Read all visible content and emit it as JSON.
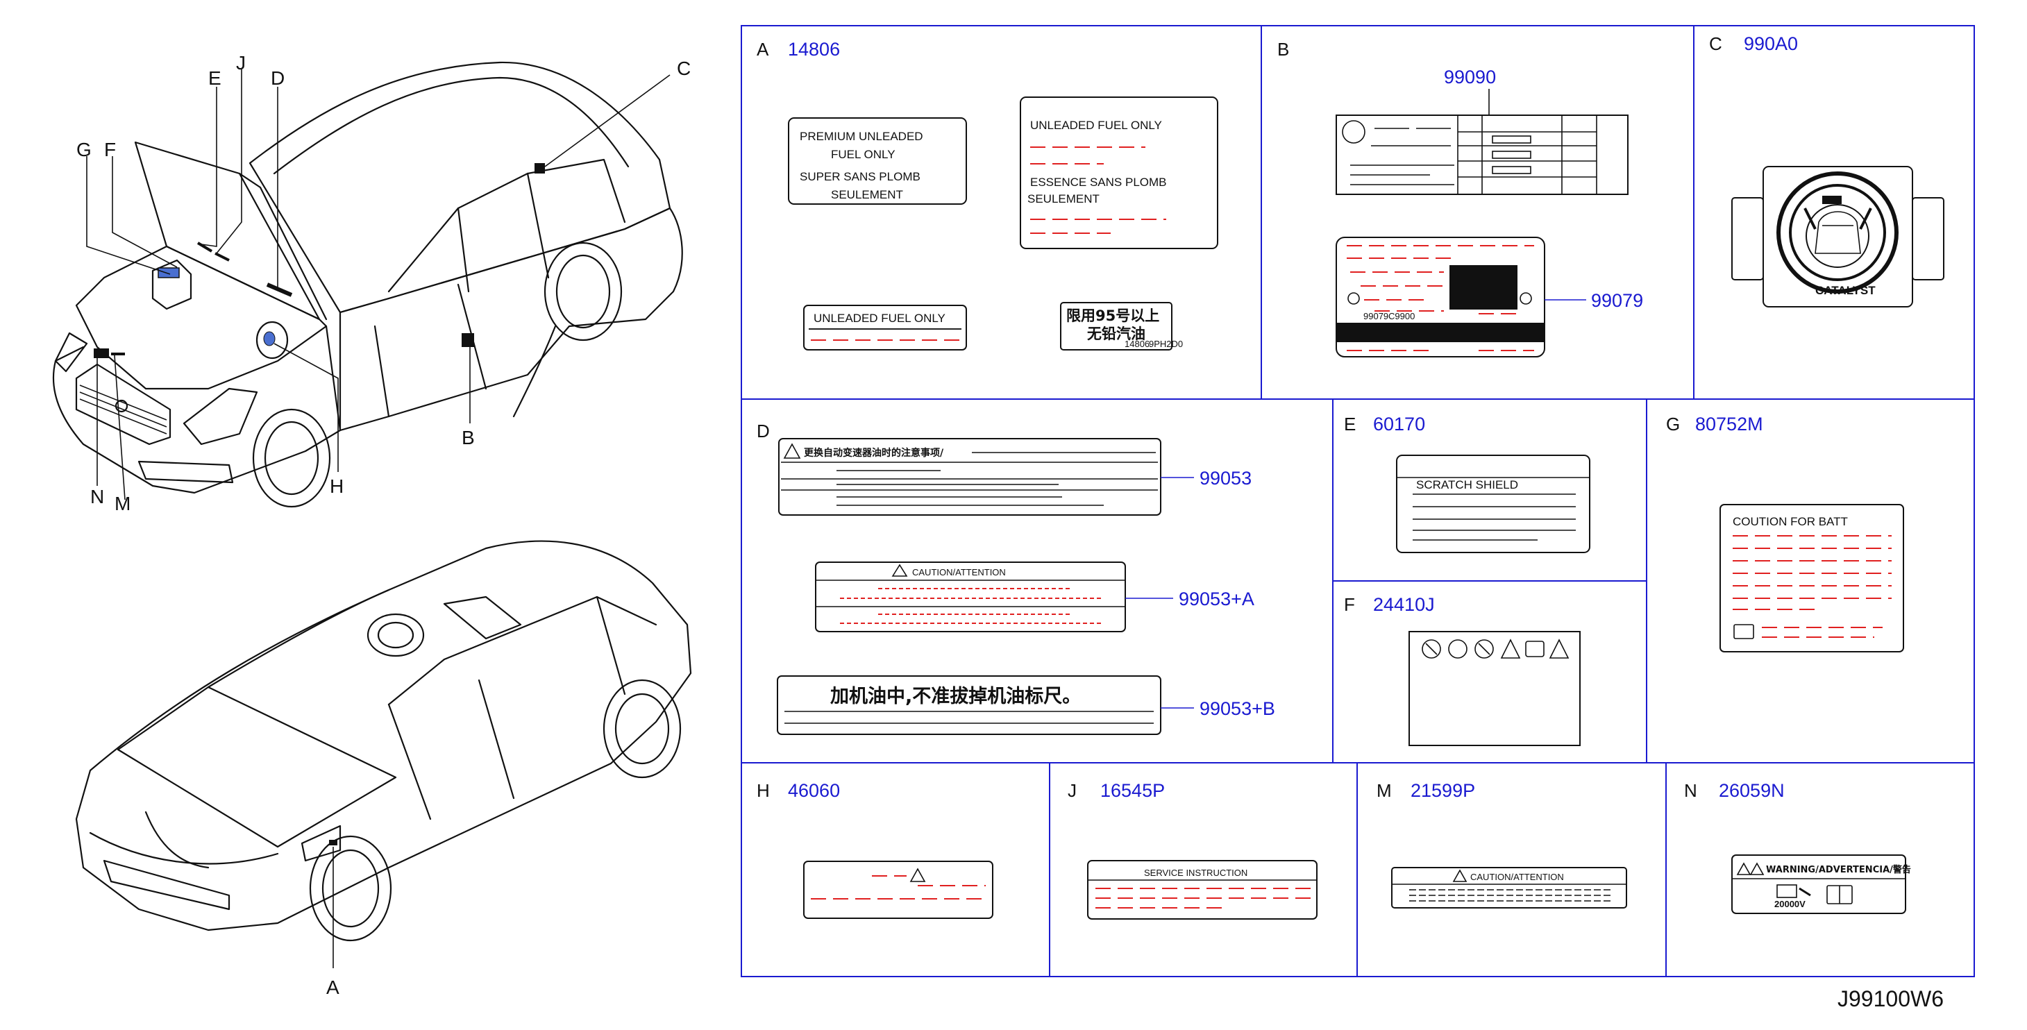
{
  "diagram_id": "J99100W6",
  "callouts": {
    "A": "A",
    "B": "B",
    "C": "C",
    "D": "D",
    "E": "E",
    "F": "F",
    "G": "G",
    "H": "H",
    "J": "J",
    "M": "M",
    "N": "N"
  },
  "cells": {
    "A": {
      "letter": "A",
      "part": "14806"
    },
    "B": {
      "letter": "B"
    },
    "C": {
      "letter": "C",
      "part": "990A0"
    },
    "D": {
      "letter": "D"
    },
    "E": {
      "letter": "E",
      "part": "60170"
    },
    "F": {
      "letter": "F",
      "part": "24410J"
    },
    "G": {
      "letter": "G",
      "part": "80752M"
    },
    "H": {
      "letter": "H",
      "part": "46060"
    },
    "J": {
      "letter": "J",
      "part": "16545P"
    },
    "M": {
      "letter": "M",
      "part": "21599P"
    },
    "N": {
      "letter": "N",
      "part": "26059N"
    }
  },
  "parts_b": {
    "top": "99090",
    "bottom": "99079"
  },
  "parts_d": {
    "p1": "99053",
    "p2": "99053+A",
    "p3": "99053+B"
  },
  "label_text": {
    "a1_l1": "PREMIUM    UNLEADED",
    "a1_l2": "FUEL     ONLY",
    "a1_l3": "SUPER    SANS    PLOMB",
    "a1_l4": "SEULEMENT",
    "a2_l1": "UNLEADED   FUEL   ONLY",
    "a2_l2": "ESSENCE   SANS   PLOMB",
    "a2_l3": "SEULEMENT",
    "a3_l1": "UNLEADED   FUEL   ONLY",
    "a4_l1": "限用95号以上",
    "a4_l2": "无铅汽油",
    "a4_s1": "14806",
    "a4_s2": "9PH2D0",
    "b2_s1": "99079",
    "b2_s2": "C9900",
    "c_brand": "CATALYST",
    "d1_title": "更换自动变速器油时的注意事项/",
    "d2_title": "CAUTION/ATTENTION",
    "d3_title": "加机油中,不准拔掉机油标尺。",
    "e_title": "SCRATCH    SHIELD",
    "g_title": "COUTION    FOR    BATT",
    "j_title": "SERVICE    INSTRUCTION",
    "m_title": "CAUTION/ATTENTION",
    "n_title": "WARNING/ADVERTENCIA/警告",
    "n_volt": "20000V"
  },
  "colors": {
    "part_number": "#1a1ad0",
    "cell_border": "#1a1ad0",
    "dash": "#e02020"
  }
}
